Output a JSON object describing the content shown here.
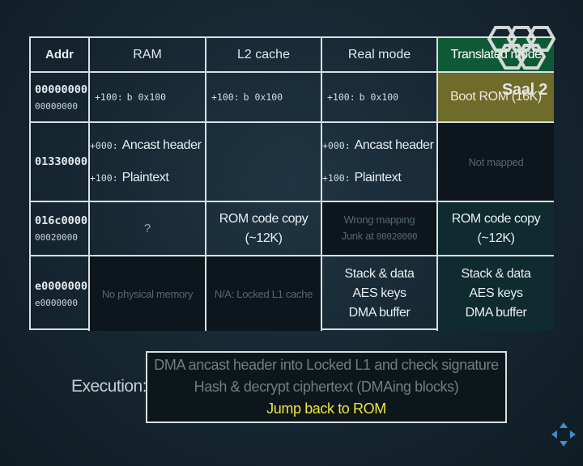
{
  "header": {
    "addr": "Addr",
    "ram": "RAM",
    "l2": "L2 cache",
    "real": "Real mode",
    "translated": "Translated mode"
  },
  "rows": [
    {
      "addr_virtual": "00000000",
      "addr_physical": "00000000",
      "ram_offset": "+100:",
      "ram_code": "b 0x100",
      "l2_offset": "+100:",
      "l2_code": "b 0x100",
      "real_offset": "+100:",
      "real_code": "b 0x100",
      "translated": "Boot ROM (16K)"
    },
    {
      "addr_virtual": "01330000",
      "ram_line1_offset": "+000:",
      "ram_line1": "Ancast header",
      "ram_line2_offset": "+100:",
      "ram_line2": "Plaintext",
      "real_line1_offset": "+000:",
      "real_line1": "Ancast header",
      "real_line2_offset": "+100:",
      "real_line2": "Plaintext",
      "translated": "Not mapped"
    },
    {
      "addr_virtual": "016c0000",
      "addr_physical": "00020000",
      "ram": "?",
      "l2_line1": "ROM code copy",
      "l2_line2": "(~12K)",
      "real_line1": "Wrong mapping",
      "real_line2": "Junk at",
      "real_line2_addr": "00020000",
      "translated_line1": "ROM code copy",
      "translated_line2": "(~12K)"
    },
    {
      "addr_virtual": "e0000000",
      "addr_physical": "e0000000",
      "ram": "No physical memory",
      "l2": "N/A: Locked L1 cache",
      "real_line1": "Stack & data",
      "real_line2": "AES keys",
      "real_line3": "DMA buffer",
      "translated_line1": "Stack & data",
      "translated_line2": "AES keys",
      "translated_line3": "DMA buffer"
    }
  ],
  "execution": {
    "label": "Execution:",
    "step1": "DMA ancast header into Locked L1 and check signature",
    "step2": "Hash & decrypt ciphertext (DMAing blocks)",
    "step3": "Jump back to ROM"
  },
  "overlay": {
    "saal": "Saal 2",
    "logo_icon": "ccc-logo-icon",
    "nav_icon": "navigation-arrows-icon"
  },
  "colors": {
    "background": "#15252f",
    "translated_header": "#0f5a36",
    "boot_rom": "#6f6b2a",
    "highlight": "#f0e43a",
    "dimmed_text": "#566770"
  }
}
